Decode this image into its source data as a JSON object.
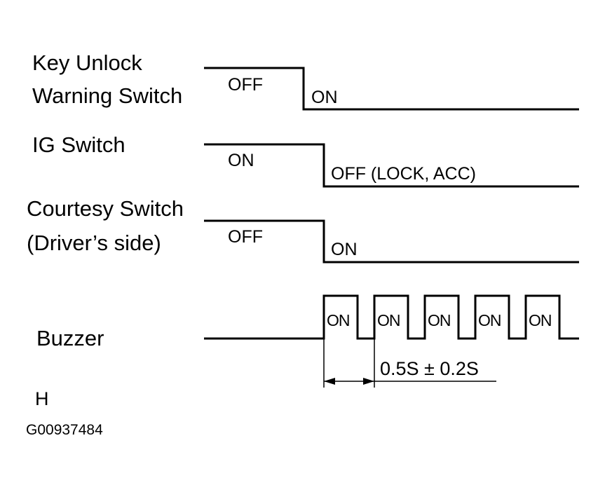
{
  "signals": {
    "key_unlock": {
      "label_line1": "Key Unlock",
      "label_line2": "Warning Switch",
      "before": "OFF",
      "after": "ON"
    },
    "ig_switch": {
      "label": "IG Switch",
      "before": "ON",
      "after": "OFF (LOCK, ACC)"
    },
    "courtesy": {
      "label_line1": "Courtesy Switch",
      "label_line2": "(Driver’s side)",
      "before": "OFF",
      "after": "ON"
    },
    "buzzer": {
      "label": "Buzzer",
      "pulses": [
        "ON",
        "ON",
        "ON",
        "ON",
        "ON"
      ]
    }
  },
  "timing": {
    "period": "0.5S ± 0.2S"
  },
  "footer": {
    "letter": "H",
    "figure_code": "G00937484"
  }
}
